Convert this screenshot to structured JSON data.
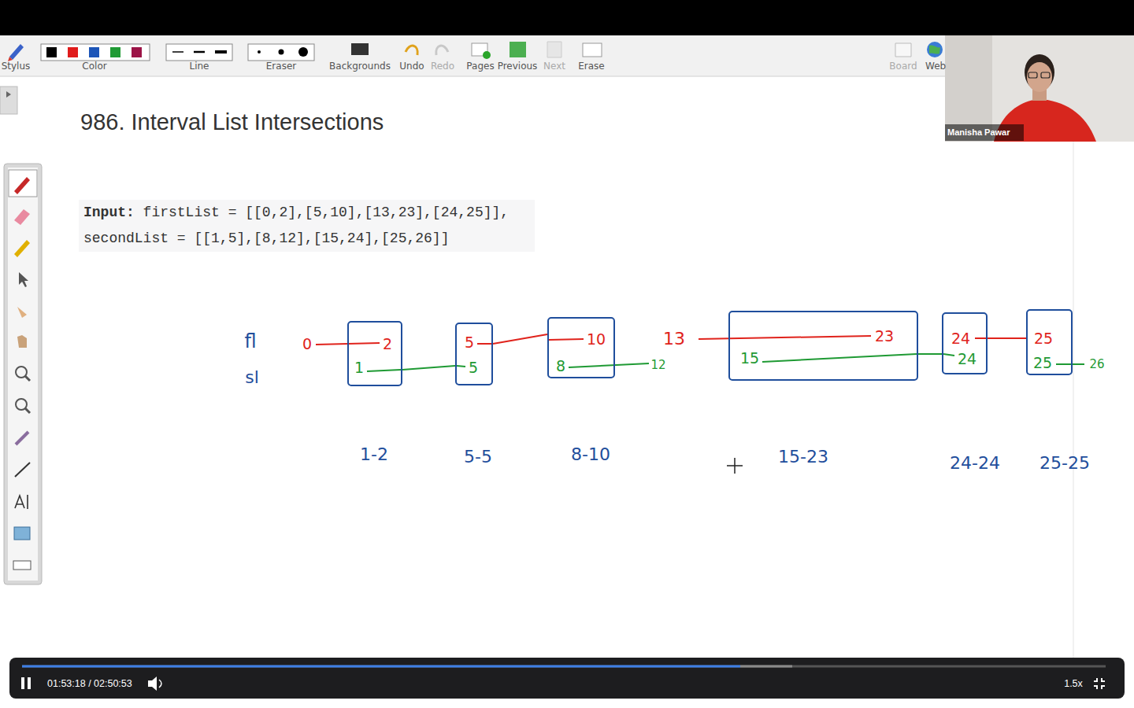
{
  "diagram": {
    "title": "986. Interval List Intersections",
    "nodes": [
      {
        "text": [
          "2",
          "1"
        ]
      },
      {
        "text": [
          "5",
          "5"
        ]
      },
      {
        "text": [
          "10",
          "8"
        ]
      },
      {
        "text": [
          "23",
          "15"
        ]
      },
      {
        "text": [
          "24",
          "24"
        ]
      },
      {
        "text": [
          "25",
          "25"
        ]
      }
    ],
    "edges": [
      {
        "from": 0,
        "to": 1,
        "arrow": "none"
      },
      {
        "from": 1,
        "to": 2,
        "arrow": "none"
      },
      {
        "from": 3,
        "to": 4,
        "arrow": "none"
      },
      {
        "from": 4,
        "to": 5,
        "arrow": "none"
      }
    ],
    "labels": [
      "Stylus",
      "Color",
      "Line",
      "Eraser",
      "Backgrounds",
      "Undo",
      "Redo",
      "Pages",
      "Previous",
      "Next",
      "Erase",
      "Board",
      "Web",
      "Manisha Pawar",
      "Input:",
      "firstList = [[0,2],[5,10],[13,23],[24,25]], secondList = [[1,5],[8,12],[15,24],[25,26]]",
      "fl",
      "sl",
      "0",
      "13",
      "12",
      "26",
      "1-2",
      "5-5",
      "8-10",
      "15-23",
      "24-24",
      "25-25",
      "01:53:18 / 02:50:53",
      "1.5x"
    ]
  }
}
